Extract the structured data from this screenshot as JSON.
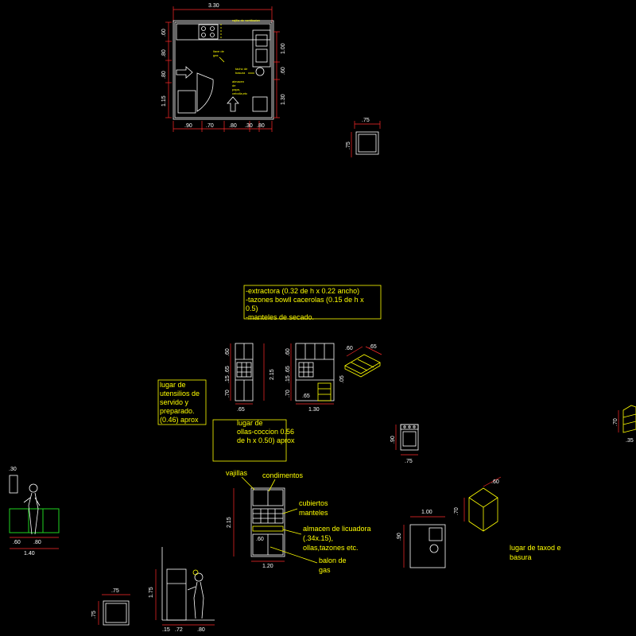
{
  "drawing": {
    "background": "#000000",
    "colors": {
      "dimension_line": "#ff2a2a",
      "dimension_text": "#ffffff",
      "note": "#ffff00",
      "furniture": "#ffffff",
      "counter": "#1fd31f"
    }
  },
  "plan": {
    "top_dim": "3.30",
    "bottom_dims": [
      ".90",
      ".70",
      ".80",
      ".30",
      ".80"
    ],
    "left_dims": [
      ".60",
      ".80",
      ".80",
      "1.15"
    ],
    "right_dims": [
      "1.00",
      ".60",
      "1.30"
    ],
    "labels": {
      "ventilation": "rejilla de ventilacion",
      "gas_valve": "llave de\ngas",
      "trash": "tacho de\nbasura",
      "storage": "almacen\nde\npapa,\ncebolla,etc"
    }
  },
  "stove_top": {
    "width": ".75",
    "height": ".75"
  },
  "notes_box": {
    "lines": [
      "-extractora (0.32 de h x 0.22 ancho)",
      "-tazones bowll cacerolas (0.15 de h x",
      "0.5)",
      "-manteles de secado."
    ]
  },
  "elev1": {
    "dims": [
      ".60",
      ".65",
      ".15",
      ".70"
    ],
    "total": "2.15",
    "width": ".65"
  },
  "elev2": {
    "dims": [
      ".60",
      ".65",
      ".15",
      ".70"
    ],
    "width": "1.30",
    "inner": ".65"
  },
  "iso_tray": {
    "dims": [
      ".60",
      ".65",
      ".05"
    ]
  },
  "note_utensils": {
    "lines": [
      "lugar de",
      "utensilios de",
      "servido y",
      "preparado.",
      "(0.46) aprox"
    ]
  },
  "note_pots": {
    "lines": [
      "lugar de",
      "ollas-coccion 0.56",
      "de h x 0.50) aprox"
    ]
  },
  "stove_elev": {
    "height": ".90",
    "width": ".75"
  },
  "right_edge": {
    "dim_height": ".70",
    "dim_width": ".35"
  },
  "person_left": {
    "dims_top": ".30",
    "dims_bottom": [
      ".60",
      ".80"
    ],
    "total": "1.40"
  },
  "elev3": {
    "total": "2.15",
    "width": "1.20",
    "inner": ".60",
    "labels": [
      "vajillas",
      "condimentos",
      "cubiertos",
      "manteles",
      "almacen de licuadora",
      "(.34x.15),",
      "ollas,tazones etc.",
      "balon de",
      "gas"
    ]
  },
  "iso_cube": {
    "dim_width": ".60",
    "dim_height": ".70"
  },
  "trash_plan": {
    "top": "1.00",
    "side": ".90"
  },
  "note_trash": {
    "lines": [
      "lugar de taxod e",
      "basura"
    ]
  },
  "person_fridge": {
    "height": "1.75",
    "bottom_dims": [
      ".15",
      ".72",
      ".80"
    ]
  },
  "bottom_box": {
    "width": ".75",
    "height": ".75"
  }
}
